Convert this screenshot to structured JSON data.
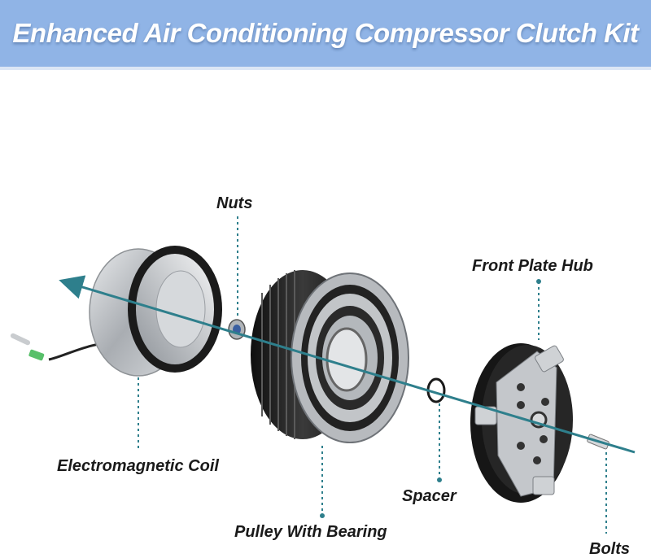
{
  "title": "Enhanced Air Conditioning Compressor Clutch Kit",
  "labels": {
    "nuts": "Nuts",
    "front_plate_hub": "Front Plate Hub",
    "electromagnetic_coil": "Electromagnetic Coil",
    "spacer": "Spacer",
    "pulley_with_bearing": "Pulley With Bearing",
    "bolts": "Bolts"
  },
  "colors": {
    "banner": "#90b4e6",
    "axis_arrow": "#2e7f8c",
    "leader_lines": "#2e7f8c",
    "metal": "#b9bcc0",
    "rubber": "#1c1c1c"
  }
}
